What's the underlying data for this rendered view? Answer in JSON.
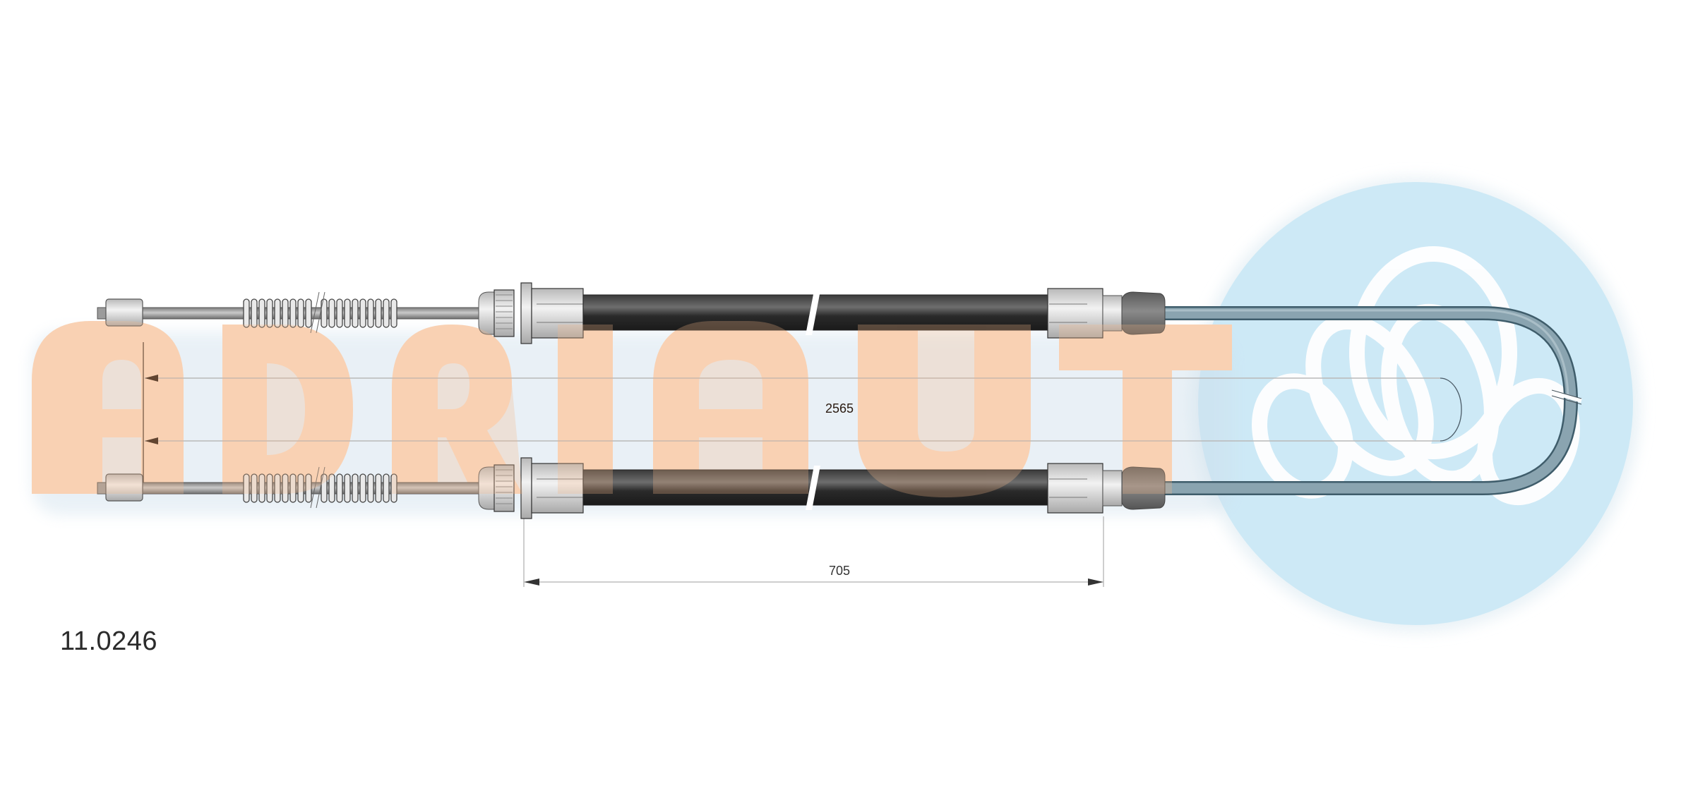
{
  "part": {
    "number": "11.0246",
    "type": "parking brake cable (double, U-loop)"
  },
  "dimensions": {
    "total_length": "2565",
    "sheath_length": "705"
  },
  "watermark": {
    "text": "ADRIAUT",
    "letters": [
      "A",
      "D",
      "R",
      "I",
      "A",
      "U",
      "T"
    ],
    "letter_color": "#fbd9c0",
    "logo": "triple-loop-icon",
    "logo_circle_color": "#cde9f6"
  },
  "colors": {
    "background": "#ffffff",
    "sheath": "#2f2f2f",
    "inner_cable": "#9aa0a4",
    "fitting": "#d8d8d8",
    "end_cap": "#6d6d6d",
    "loop_cable": "#7f9ba8",
    "dimension_line": "#b9b9b9",
    "arrow": "#2a1a10"
  },
  "components": [
    {
      "name": "cable-end-nipple",
      "count": 2
    },
    {
      "name": "return-spring",
      "count": 2
    },
    {
      "name": "sheath-adjuster-fitting",
      "count": 2
    },
    {
      "name": "outer-sheath",
      "count": 2
    },
    {
      "name": "sheath-end-fitting",
      "count": 2
    },
    {
      "name": "sheath-end-cap",
      "count": 2
    },
    {
      "name": "u-loop-inner-cable",
      "count": 1
    }
  ]
}
